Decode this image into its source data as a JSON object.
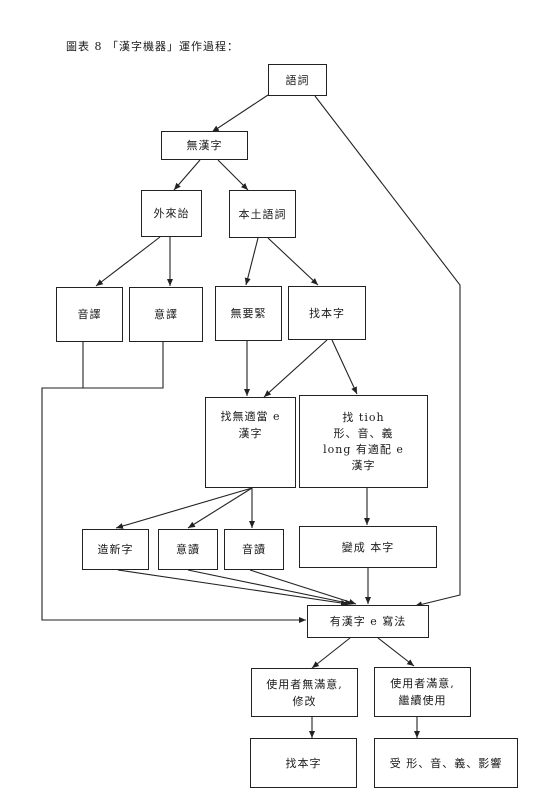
{
  "caption": "圖表 8 「漢字機器」運作過程：",
  "nodes": {
    "ciwu": {
      "text": "語詞"
    },
    "wuhanzi": {
      "text": "無漢字"
    },
    "wailaici": {
      "text": "外來詒"
    },
    "bentu": {
      "text": "本土語詞"
    },
    "yinyi": {
      "text": "音譯"
    },
    "yiyi": {
      "text": "意譯"
    },
    "wuyaojin": {
      "text": "無要緊"
    },
    "zhaobenzi": {
      "text": "找本字"
    },
    "zhaoshidang": {
      "lines": [
        "找無適當 e",
        "漢字"
      ]
    },
    "zhaotioh": {
      "lines": [
        "找 tioh",
        "形、音、義",
        "long 有適配 e",
        "漢字"
      ]
    },
    "zaoxinzi": {
      "text": "造新字"
    },
    "yidu": {
      "text": "意讀"
    },
    "yindu": {
      "text": "音讀"
    },
    "biancheng": {
      "text": "變成 本字"
    },
    "youhanzi": {
      "text": "有漢字 e 寫法"
    },
    "bumanyi": {
      "lines": [
        "使用者無滿意,",
        "修改"
      ]
    },
    "manyi": {
      "lines": [
        "使用者滿意,",
        "繼續使用"
      ]
    },
    "zhaobenzi2": {
      "text": "找本字"
    },
    "shouying": {
      "text": "受 形、音、義、影響"
    }
  }
}
